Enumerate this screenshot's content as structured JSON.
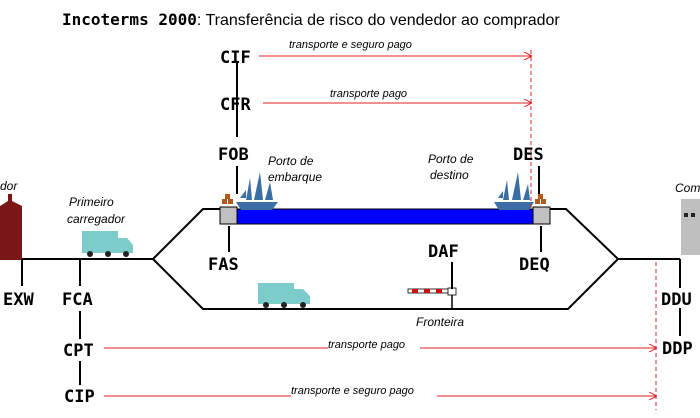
{
  "title": {
    "bold": "Incoterms 2000",
    "rest": ": Transferência de risco do vendedor ao comprador"
  },
  "terms": {
    "cif": "CIF",
    "cfr": "CFR",
    "fob": "FOB",
    "fas": "FAS",
    "des": "DES",
    "deq": "DEQ",
    "daf": "DAF",
    "exw": "EXW",
    "fca": "FCA",
    "cpt": "CPT",
    "cip": "CIP",
    "ddu": "DDU",
    "ddp": "DDP"
  },
  "route_labels": {
    "cif": "transporte e seguro pago",
    "cfr": "transporte pago",
    "cpt": "transporte pago",
    "cip": "transporte e seguro pago"
  },
  "places": {
    "embark_line1": "Porto de",
    "embark_line2": "embarque",
    "destination_line1": "Porto de",
    "destination_line2": "destino",
    "first_carrier_line1": "Primeiro",
    "first_carrier_line2": "carregador",
    "border": "Fronteira",
    "seller_cut": "dor",
    "buyer_cut": "Com"
  },
  "colors": {
    "arrow": "#e02020",
    "water": "#0000ff",
    "ship": "#3a6ea5",
    "truck": "#7ccccc",
    "factory": "#7a1616",
    "building": "#bfbfbf"
  }
}
